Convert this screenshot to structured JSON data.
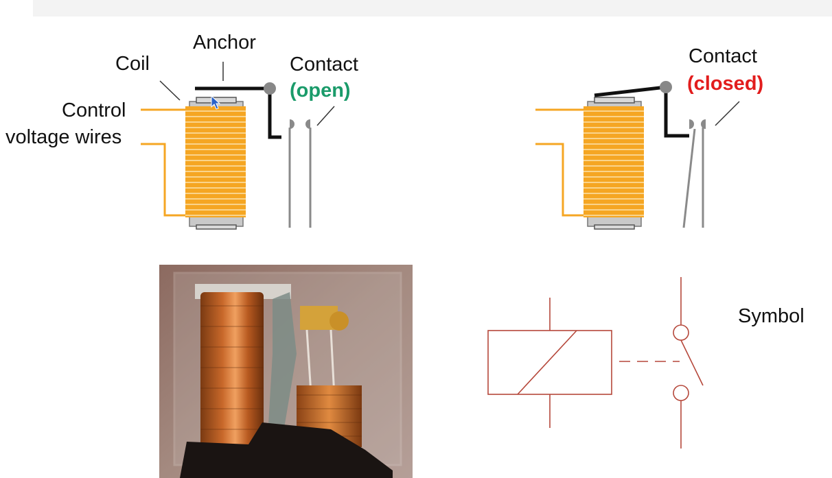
{
  "labels": {
    "anchor": "Anchor",
    "coil": "Coil",
    "control_line1": "Control",
    "control_line2": "voltage wires",
    "contact_left": "Contact",
    "open": "(open)",
    "contact_right": "Contact",
    "closed": "(closed)",
    "symbol": "Symbol"
  },
  "colors": {
    "coil_winding": "#f5a623",
    "wire": "#f5a623",
    "core": "#c9c9c9",
    "anchor": "#111111",
    "contact": "#8a8a8a",
    "open": "#1a9b6a",
    "closed": "#e21d1d",
    "symbol": "#b5473a"
  },
  "photo": {
    "subject": "relay-photo"
  }
}
